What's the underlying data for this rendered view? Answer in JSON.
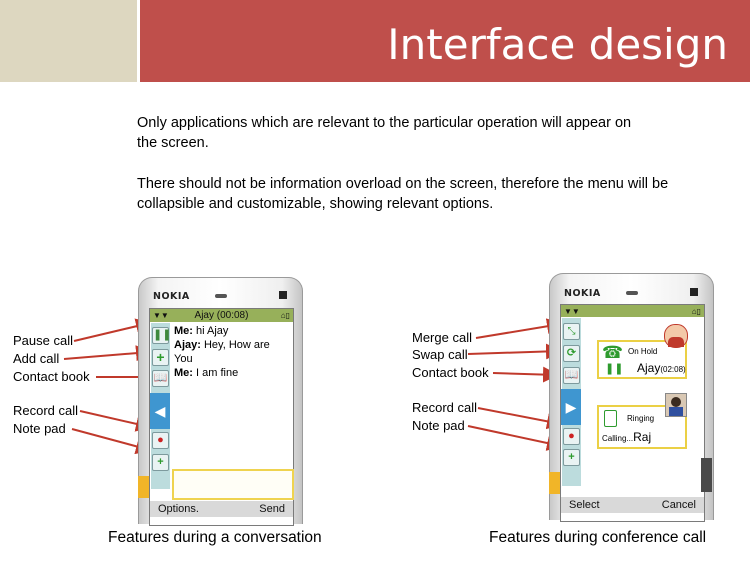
{
  "slide": {
    "title": "Interface design",
    "para1_line1": "Only applications  which are relevant to the particular operation will appear on",
    "para1_line2": "the screen.",
    "para2_line1": "There should not be information overload on the screen, therefore the menu will be",
    "para2_line2": "collapsible and customizable, showing relevant options."
  },
  "left_phone": {
    "brand": "NOKIA",
    "status_title": "Ajay (00:08)",
    "chat": [
      {
        "speaker": "Me:",
        "text": " hi Ajay"
      },
      {
        "speaker": "Ajay:",
        "text": " Hey, How are"
      },
      {
        "speaker": "",
        "text": "You"
      },
      {
        "speaker": "Me:",
        "text": "  I am fine"
      }
    ],
    "softkey_left": "Options.",
    "softkey_right": "Send",
    "labels": [
      "Pause call",
      "Add call",
      "Contact book",
      "Record call",
      "Note pad"
    ],
    "caption": "Features during a conversation"
  },
  "right_phone": {
    "brand": "NOKIA",
    "call1_status": "On Hold",
    "call1_name": "Ajay",
    "call1_duration": "(02:08)",
    "call2_status": "Ringing",
    "call2_prefix": "Calling...",
    "call2_name": "Raj",
    "softkey_left": "Select",
    "softkey_right": "Cancel",
    "labels": [
      "Merge call",
      "Swap call",
      "Contact book",
      "Record call",
      "Note pad"
    ],
    "caption": "Features during conference call"
  },
  "colors": {
    "header_red": "#bf4f4b",
    "header_beige": "#ddd7c0",
    "arrow_red": "#c0392b",
    "status_green": "#97b05a",
    "accent_blue": "#3f96d0",
    "card_yellow": "#efd34f"
  }
}
